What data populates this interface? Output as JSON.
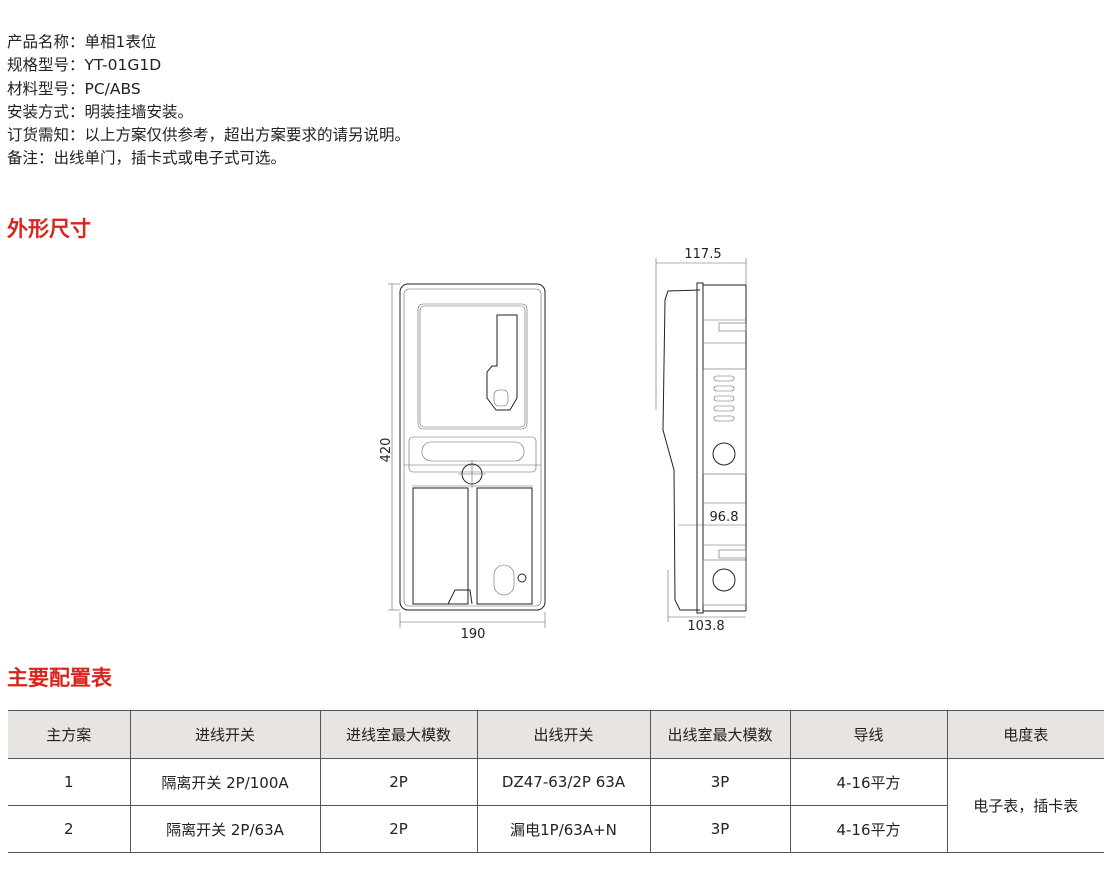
{
  "info": [
    {
      "label": "产品名称：",
      "value": "单相1表位"
    },
    {
      "label": "规格型号：",
      "value": "YT-01G1D"
    },
    {
      "label": "材料型号：",
      "value": "PC/ABS"
    },
    {
      "label": "安装方式：",
      "value": "明装挂墙安装。"
    },
    {
      "label": "订货需知：",
      "value": "以上方案仅供参考，超出方案要求的请另说明。"
    },
    {
      "label": "备注：",
      "value": "出线单门，插卡式或电子式可选。"
    }
  ],
  "dimensions": {
    "title": "外形尺寸",
    "front_height": "420",
    "front_width": "190",
    "side_depth_total": "117.5",
    "side_depth_mid": "96.8",
    "side_depth_bottom": "103.8"
  },
  "config": {
    "title": "主要配置表",
    "headers": [
      "主方案",
      "进线开关",
      "进线室最大模数",
      "出线开关",
      "出线室最大模数",
      "导线",
      "电度表"
    ],
    "rows": [
      [
        "1",
        "隔离开关 2P/100A",
        "2P",
        "DZ47-63/2P 63A",
        "3P",
        "4-16平方"
      ],
      [
        "2",
        "隔离开关 2P/63A",
        "2P",
        "漏电1P/63A+N",
        "3P",
        "4-16平方"
      ]
    ],
    "meter_merged": "电子表，插卡表"
  },
  "colors": {
    "heading": "#d9251d",
    "table_header_bg": "#e7e4e1"
  }
}
